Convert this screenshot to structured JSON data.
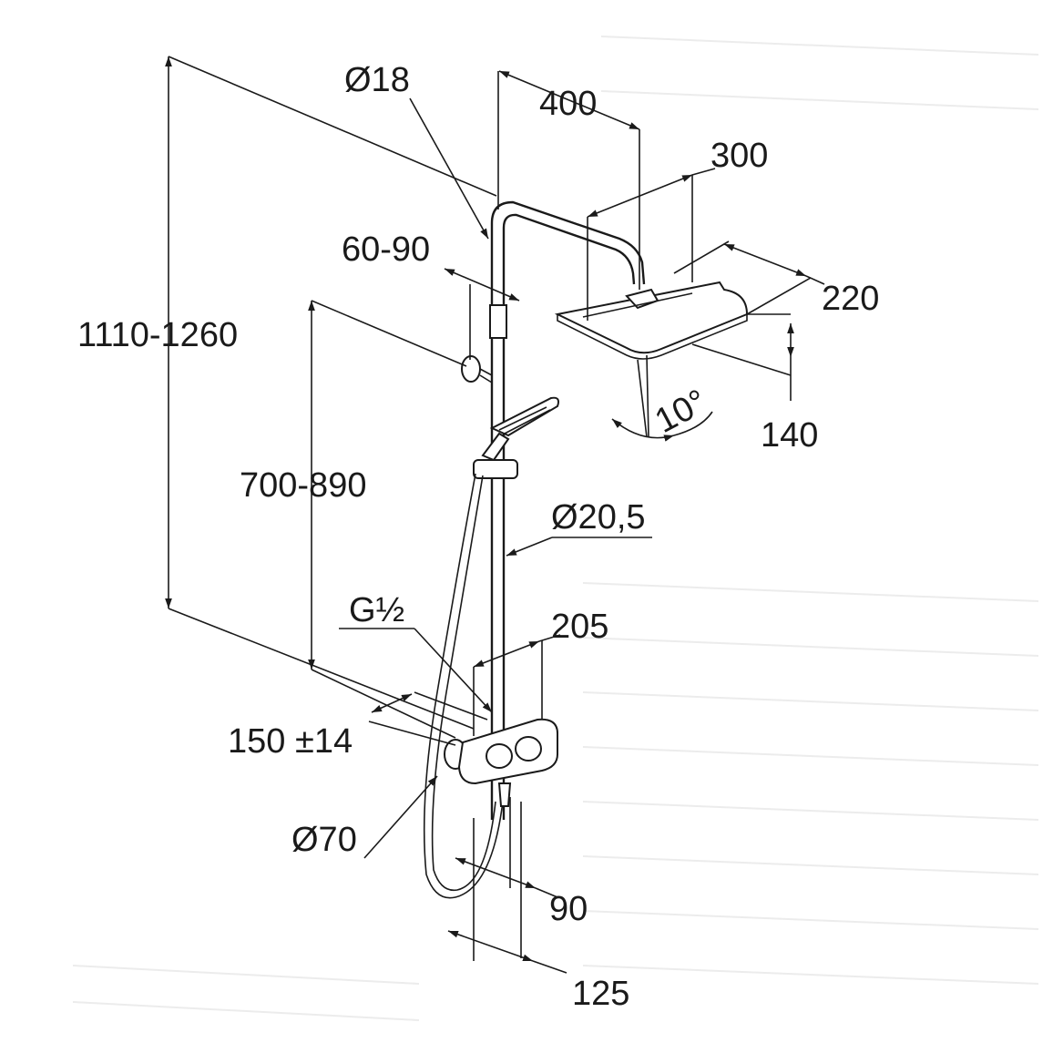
{
  "drawing": {
    "dimensions": {
      "pipe_top_diameter": "Ø18",
      "arm_length": "400",
      "head_width": "300",
      "head_depth": "220",
      "head_height": "140",
      "head_tilt": "10°",
      "wall_bracket": "60-90",
      "total_height": "1110-1260",
      "slider_height": "700-890",
      "pipe_lower_diameter": "Ø20,5",
      "thread": "G½",
      "mixer_width": "205",
      "centre_distance": "150 ±14",
      "rosette_diameter": "Ø70",
      "mixer_projection": "90",
      "outlet_projection": "125"
    }
  }
}
